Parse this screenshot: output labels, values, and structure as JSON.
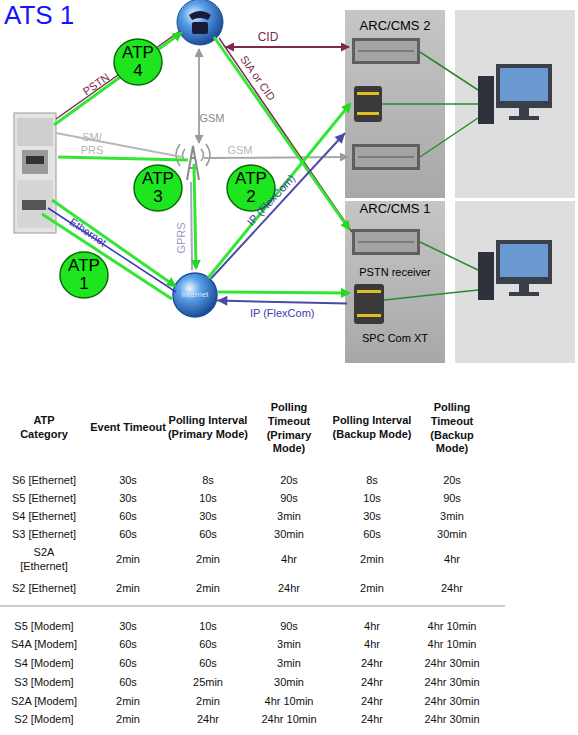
{
  "diagram": {
    "title": "ATS 1",
    "nodes": [
      {
        "text": [
          "ATP 4"
        ]
      },
      {
        "text": [
          "ARC/CMS 2"
        ]
      },
      {
        "text": [
          "ATP 3"
        ]
      },
      {
        "text": [
          "ATP 2"
        ]
      },
      {
        "text": [
          "ARC/CMS 1"
        ]
      },
      {
        "text": [
          "PSTN receiver"
        ],
        "in": 4
      },
      {
        "text": [
          "ATP 1"
        ]
      },
      {
        "text": [
          "Internet"
        ]
      },
      {
        "text": [
          "SPC Com XT"
        ],
        "in": 4
      }
    ],
    "edges": [
      {
        "from": 7,
        "to": 1,
        "label": "IP (FlexCom)",
        "arrow": "to"
      },
      {
        "from": 8,
        "to": 7,
        "label": "IP (FlexCom)",
        "arrow": "to"
      }
    ],
    "labels": [
      "CID",
      "PSTN",
      "SIA or CID",
      "GSM",
      "SM/",
      "PRS",
      "GSM",
      "GPRS",
      "Ethernet",
      "ATP Category",
      "Event Timeout",
      "Polling Interval (Primary Mode)",
      "Polling Timeout (Primary Mode)",
      "Polling Interval (Backup Mode)",
      "Polling Timeout (Backup Mode)",
      "S6 [Ethernet]",
      "30s",
      "8s",
      "20s",
      "8s",
      "20s",
      "S5 [Ethernet]",
      "30s",
      "10s",
      "90s",
      "10s",
      "90s",
      "S4 [Ethernet]",
      "60s",
      "30s",
      "3min",
      "30s",
      "3min",
      "S3 [Ethernet]",
      "60s",
      "60s",
      "30min",
      "60s",
      "30min",
      "S2A [Ethernet]",
      "2min",
      "2min",
      "4hr",
      "2min",
      "4hr",
      "S2 [Ethernet]",
      "2min",
      "2min",
      "24hr",
      "2min",
      "24hr",
      "S5 [Modem]",
      "30s",
      "10s",
      "90s",
      "4hr",
      "4hr 10min",
      "S4A [Modem]",
      "60s",
      "60s",
      "3min",
      "4hr",
      "4hr 10min",
      "S4 [Modem]",
      "60s",
      "60s",
      "3min",
      "24hr",
      "24hr 30min",
      "S3 [Modem]",
      "60s",
      "25min",
      "30min",
      "24hr",
      "24hr 30min",
      "S2A [Modem]",
      "2min",
      "2min",
      "4hr 10min",
      "24hr",
      "24hr 30min",
      "S2 [Modem]",
      "2min",
      "24hr",
      "24hr 10min",
      "24hr",
      "24hr 30min"
    ]
  }
}
